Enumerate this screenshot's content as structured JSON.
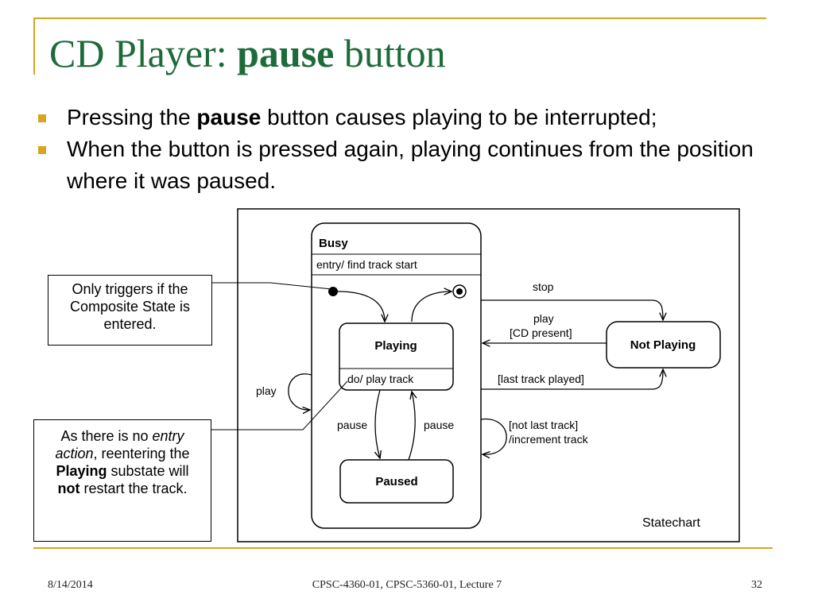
{
  "slide": {
    "title_prefix": "CD Player: ",
    "title_bold": "pause",
    "title_suffix": " button",
    "accent_color": "#d9a520",
    "title_color": "#1e6b3a"
  },
  "bullets": [
    {
      "pre": "Pressing the ",
      "bold": "pause",
      "post": " button causes playing to be interrupted;"
    },
    {
      "text": "When the button is pressed again, playing continues from the position where it was paused."
    }
  ],
  "callouts": {
    "composite": "Only triggers if the Composite State is entered.",
    "reenter": {
      "t1": "As there is no ",
      "t2": "entry action",
      "t3": ", reentering the ",
      "t4": "Playing",
      "t5": " substate will ",
      "t6": "not",
      "t7": " restart the track."
    }
  },
  "diagram": {
    "busy_label": "Busy",
    "busy_entry": "entry/ find track start",
    "playing_label": "Playing",
    "playing_do": "do/ play track",
    "paused_label": "Paused",
    "not_playing_label": "Not Playing",
    "stop_label": "stop",
    "play_label": "play",
    "cd_present_label": "[CD present]",
    "last_track_label": "[last track played]",
    "play_self_label": "play",
    "pause_down_label": "pause",
    "pause_up_label": "pause",
    "not_last_track_label": "[not last track]",
    "increment_label": "/increment track",
    "caption": "Statechart"
  },
  "footer": {
    "date": "8/14/2014",
    "course": "CPSC-4360-01, CPSC-5360-01, Lecture 7",
    "page": "32"
  }
}
